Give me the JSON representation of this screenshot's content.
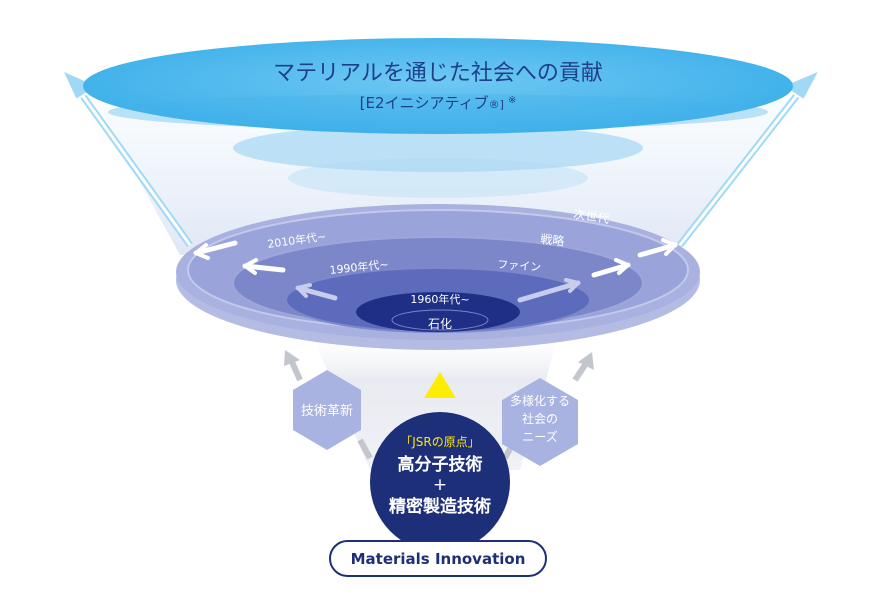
{
  "top": {
    "title": "マテリアルを通じた社会への貢献",
    "subtitle": "[E2イニシアティブ",
    "registered": "®]",
    "note": "※"
  },
  "rings": {
    "outer_era": "2010年代~",
    "outer_name": "次世代",
    "outer_name2": "戦略",
    "middle_era": "1990年代~",
    "middle_name": "ファイン",
    "inner_era": "1960年代~",
    "inner_name": "石化"
  },
  "drivers": {
    "left": "技術革新",
    "right_line1": "多様化する",
    "right_line2": "社会の",
    "right_line3": "ニーズ"
  },
  "core": {
    "origin": "「JSRの原点」",
    "tech1": "高分子技術",
    "plus": "+",
    "tech2": "精密製造技術"
  },
  "footer": {
    "label": "Materials Innovation"
  },
  "colors": {
    "sky": "#4db8ee",
    "ring_outer": "#9fa8dc",
    "ring_middle": "#7b86c9",
    "ring_inner": "#5a68b8",
    "core_navy": "#1e2f7a",
    "hex": "#a7b1e0",
    "accent_yellow": "#ffec00",
    "origin_yellow": "#ffe600"
  }
}
